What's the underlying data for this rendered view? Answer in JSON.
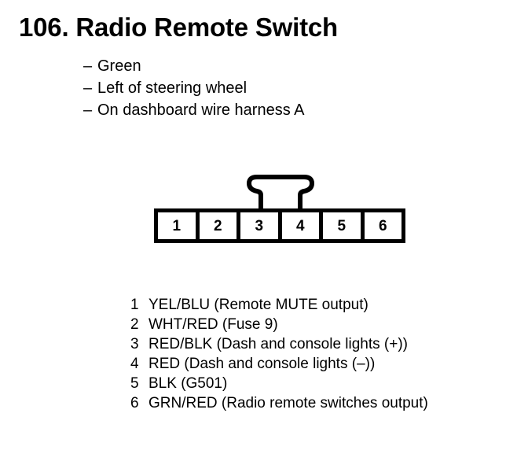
{
  "title": "106.  Radio Remote Switch",
  "attributes": [
    {
      "dash": "–",
      "text": "Green"
    },
    {
      "dash": "–",
      "text": "Left of steering wheel"
    },
    {
      "dash": "–",
      "text": "On dashboard wire harness A"
    }
  ],
  "connector": {
    "pin_count": 6,
    "pins": [
      {
        "number": "1"
      },
      {
        "number": "2"
      },
      {
        "number": "3"
      },
      {
        "number": "4"
      },
      {
        "number": "5"
      },
      {
        "number": "6"
      }
    ],
    "latch_name": "connector-latch-tab"
  },
  "legend": [
    {
      "number": "1",
      "description": "YEL/BLU (Remote MUTE output)"
    },
    {
      "number": "2",
      "description": "WHT/RED (Fuse 9)"
    },
    {
      "number": "3",
      "description": "RED/BLK (Dash and console lights (+))"
    },
    {
      "number": "4",
      "description": "RED (Dash and console lights (–))"
    },
    {
      "number": "5",
      "description": "BLK (G501)"
    },
    {
      "number": "6",
      "description": "GRN/RED (Radio remote switches output)"
    }
  ],
  "colors": {
    "ink": "#000000",
    "background": "#ffffff"
  }
}
